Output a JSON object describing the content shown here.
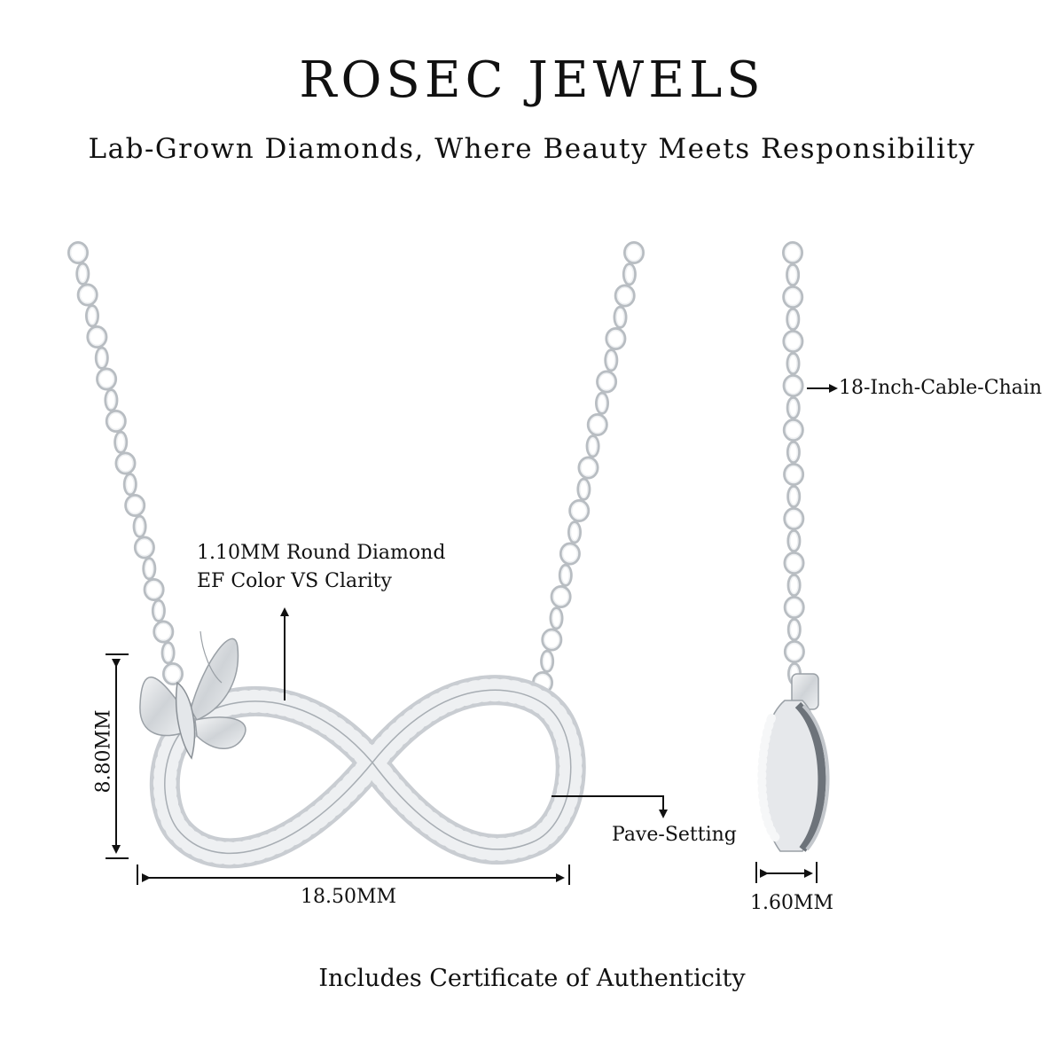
{
  "header": {
    "brand": "ROSEC JEWELS",
    "tagline": "Lab-Grown Diamonds, Where Beauty Meets Responsibility"
  },
  "annotations": {
    "diamond_line1": "1.10MM Round Diamond",
    "diamond_line2": "EF Color VS Clarity",
    "height": "8.80MM",
    "width": "18.50MM",
    "setting": "Pave-Setting",
    "chain": "18-Inch-Cable-Chain",
    "depth": "1.60MM"
  },
  "footer": {
    "certificate": "Includes Certificate of Authenticity"
  },
  "colors": {
    "background": "#ffffff",
    "metal": "#d9dce0",
    "metal_dark": "#9aa0a6",
    "text": "#111111"
  }
}
